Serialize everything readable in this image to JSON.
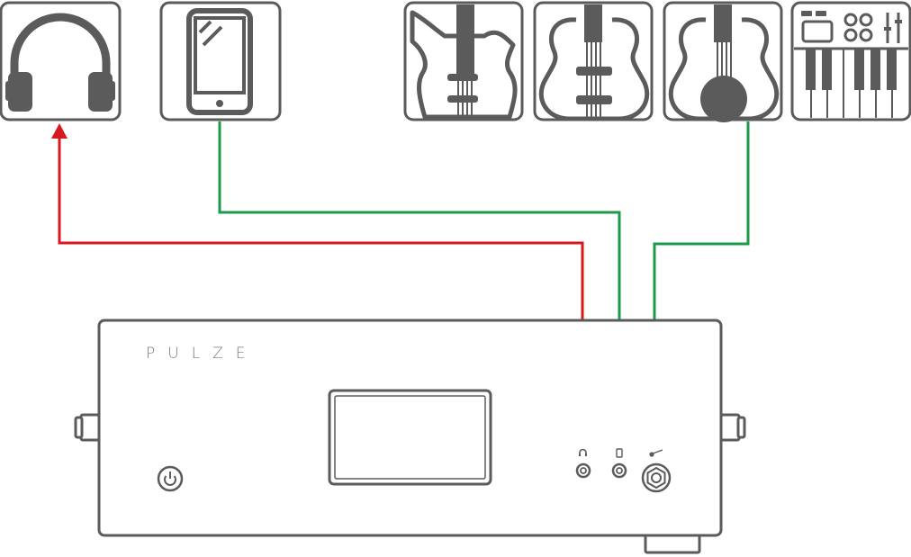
{
  "device": {
    "brand": "PULZE",
    "ports": [
      "headphone-out",
      "phone-in",
      "instrument-in"
    ]
  },
  "sources": [
    "headphones",
    "smartphone",
    "electric-guitar",
    "acoustic-guitar",
    "acoustic-guitar-2",
    "keyboard"
  ],
  "colors": {
    "outline": "#5b5b5b",
    "output_cable": "#d7191f",
    "input_cable": "#1b9a48",
    "background": "#ffffff"
  },
  "icons": {
    "power": "power-icon",
    "headphone_port": "headphone-icon",
    "phone_port": "phone-icon",
    "guitar_port": "guitar-icon"
  }
}
